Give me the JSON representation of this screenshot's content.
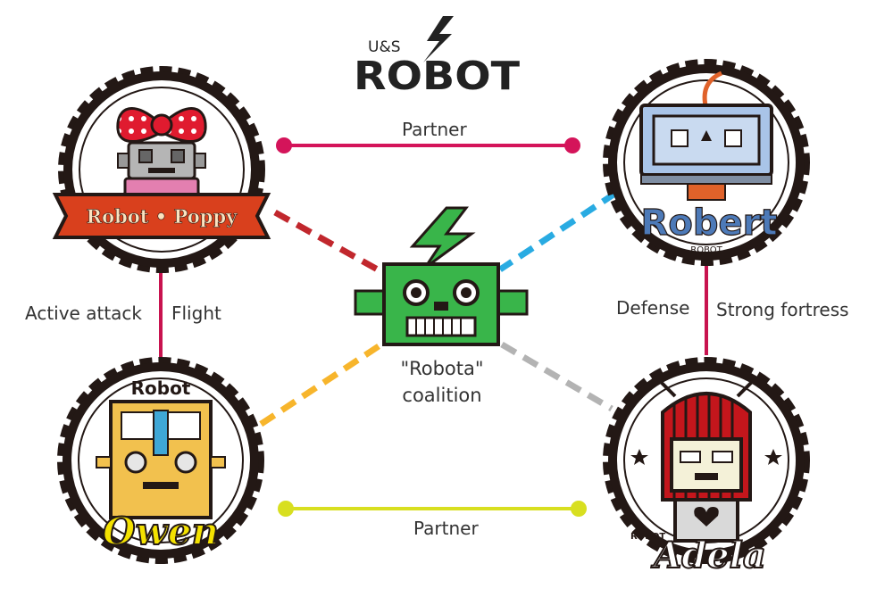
{
  "logo": {
    "prefix": "U&S",
    "word": "ROBOT"
  },
  "relations": {
    "top_partner": "Partner",
    "bottom_partner": "Partner",
    "left_a": "Active attack",
    "left_b": "Flight",
    "right_a": "Defense",
    "right_b": "Strong fortress"
  },
  "center": {
    "line1": "\"Robota\"",
    "line2": "coalition"
  },
  "robots": {
    "poppy": {
      "banner": "Robot • Poppy"
    },
    "robert": {
      "name": "Robert",
      "sub": "ROBOT"
    },
    "owen": {
      "top": "Robot",
      "name": "Owen"
    },
    "adela": {
      "sub": "ROBOT",
      "name": "Adela"
    }
  },
  "colors": {
    "partner_top": "#d4145a",
    "partner_bottom": "#d8df20",
    "left_link": "#c8134f",
    "right_link": "#c8134f",
    "dash_poppy": "#c1272d",
    "dash_robert": "#29abe2",
    "dash_owen": "#f7b52c",
    "dash_adela": "#b3b3b3",
    "robota_green": "#39b54a",
    "bolt_green": "#39b54a"
  }
}
